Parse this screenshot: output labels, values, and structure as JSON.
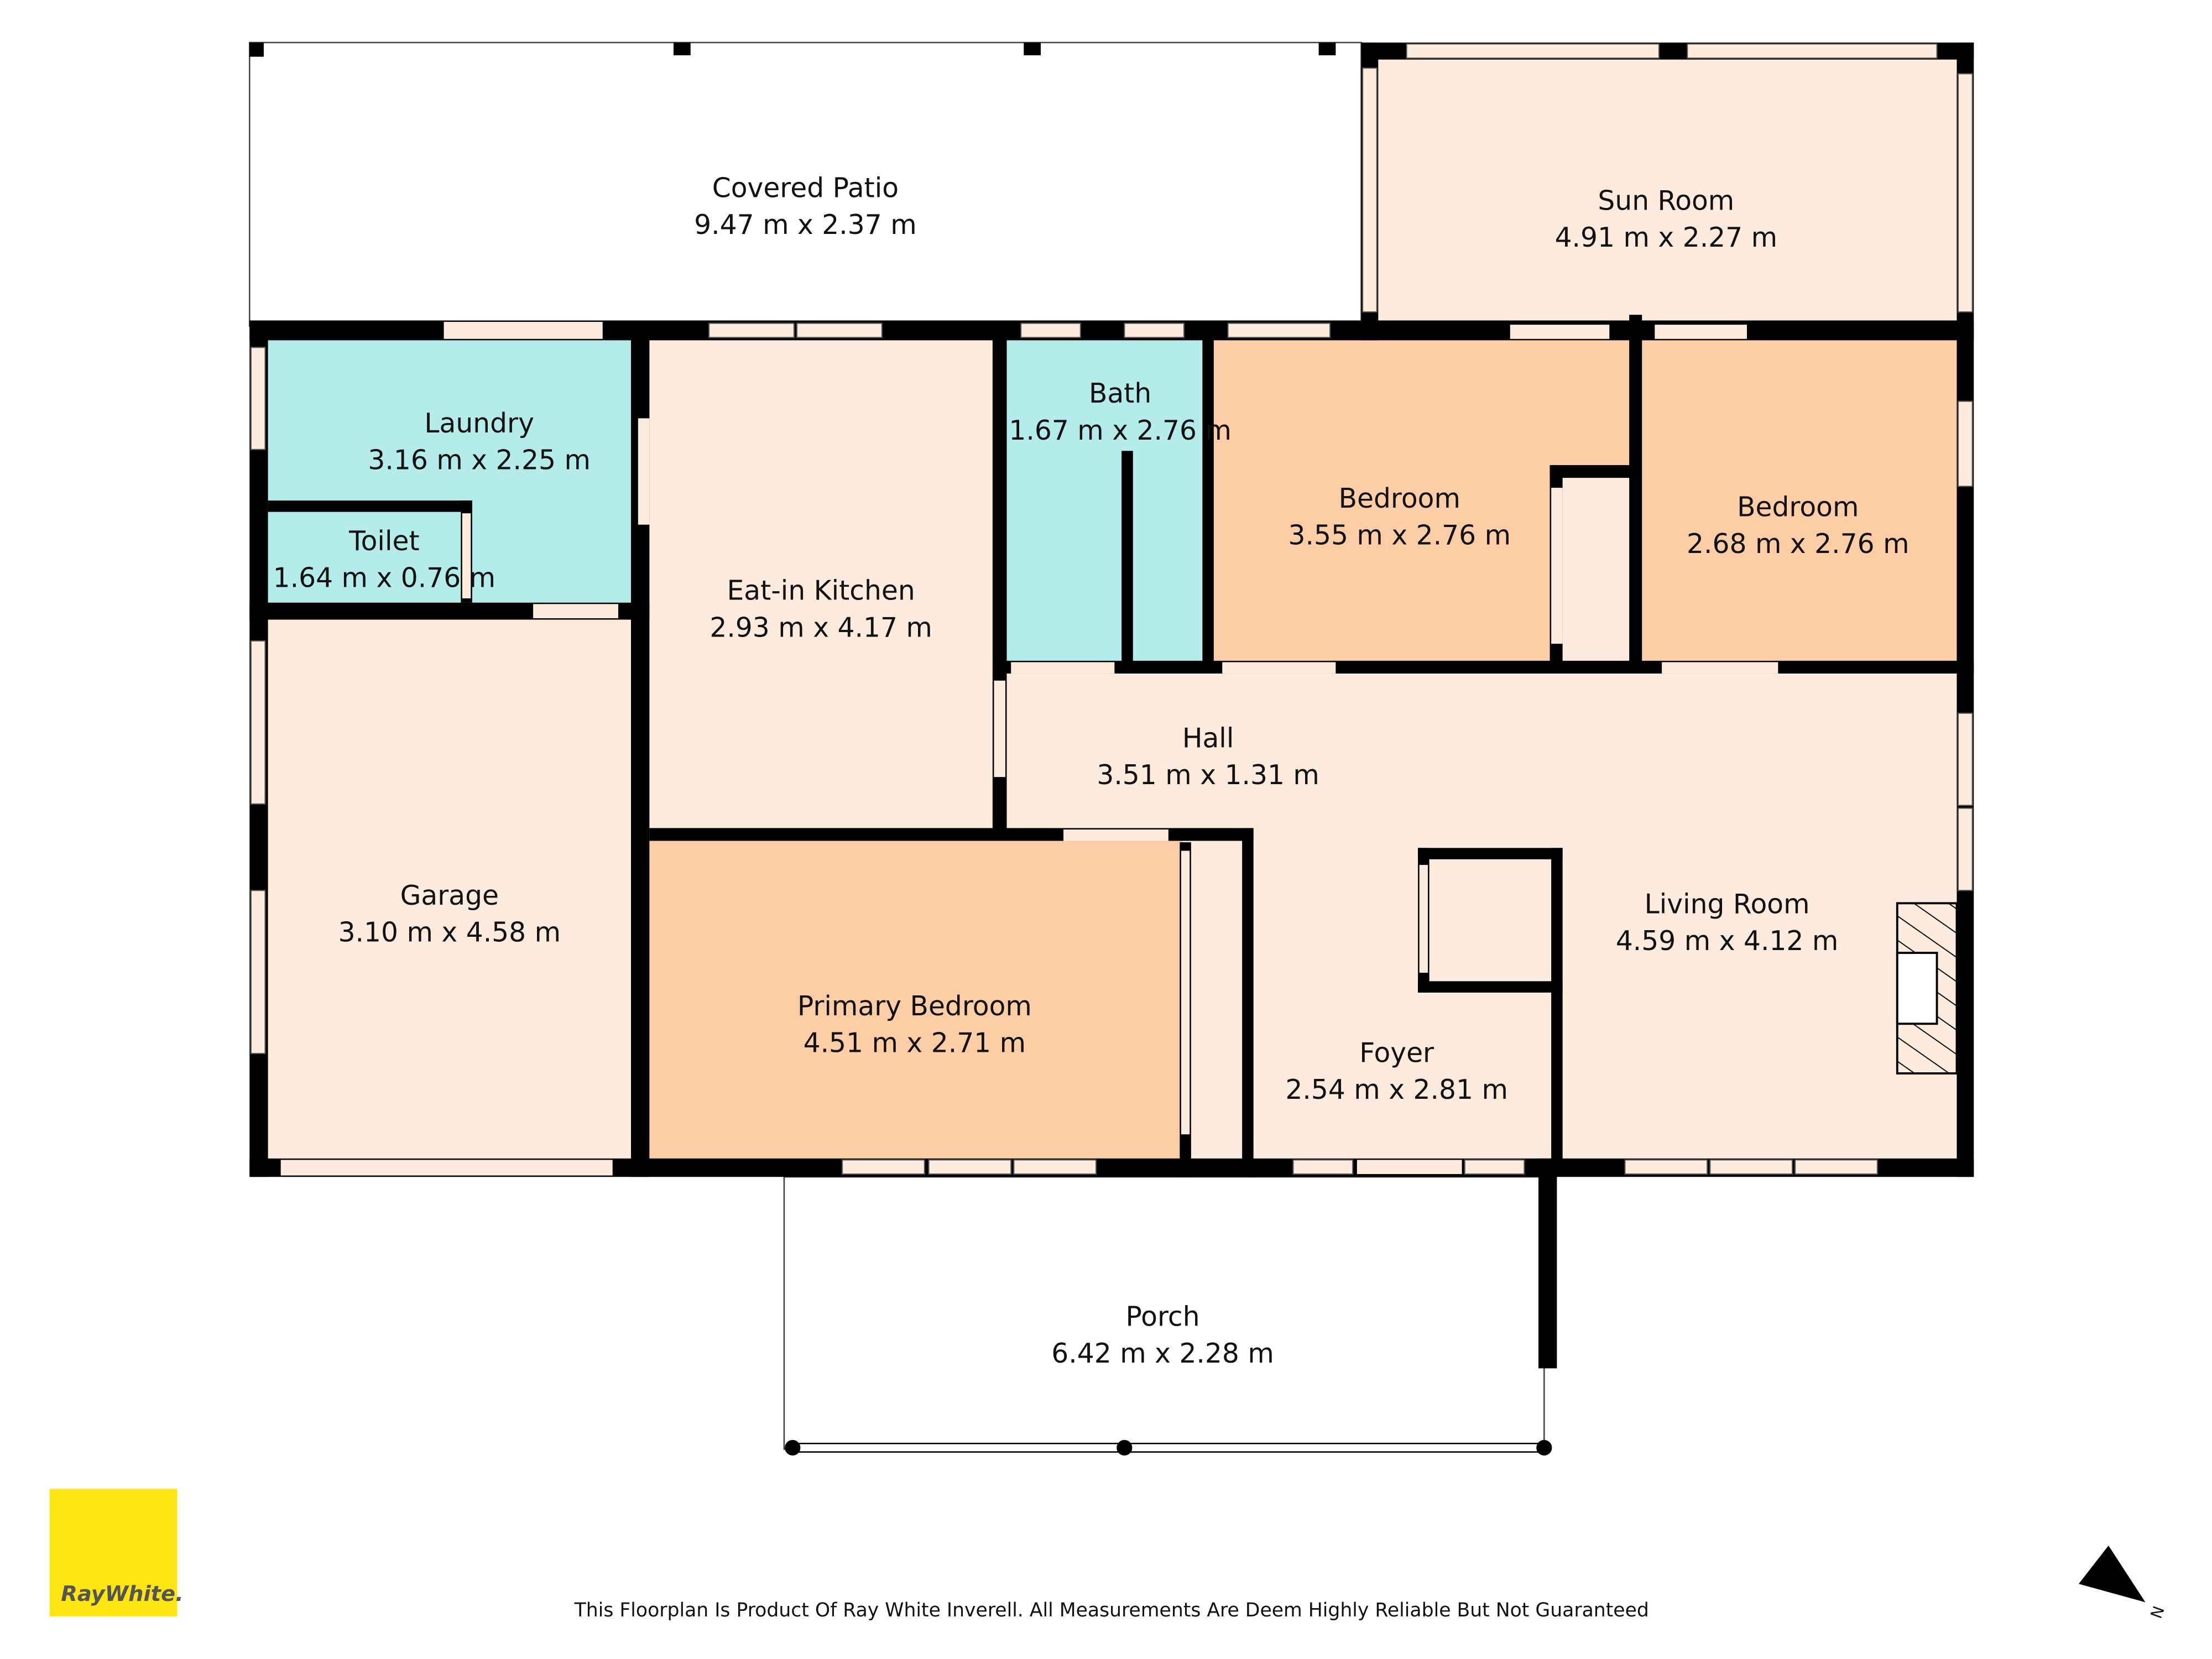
{
  "colors": {
    "wall": "#000000",
    "living_fill": "#fdecdd",
    "bedroom_fill": "#fdcea6",
    "wet_fill": "#b3ecea",
    "window_fill": "#fdecdd",
    "brand_yellow": "#ffe512"
  },
  "rooms": [
    {
      "id": "covered-patio",
      "name": "Covered Patio",
      "size": "9.47 m x 2.37 m"
    },
    {
      "id": "sun-room",
      "name": "Sun Room",
      "size": "4.91 m x 2.27 m"
    },
    {
      "id": "laundry",
      "name": "Laundry",
      "size": "3.16 m x 2.25 m"
    },
    {
      "id": "toilet",
      "name": "Toilet",
      "size": "1.64 m x 0.76 m"
    },
    {
      "id": "eat-in-kitchen",
      "name": "Eat-in Kitchen",
      "size": "2.93 m x 4.17 m"
    },
    {
      "id": "bath",
      "name": "Bath",
      "size": "1.67 m x 2.76 m"
    },
    {
      "id": "bedroom-1",
      "name": "Bedroom",
      "size": "3.55 m x 2.76 m"
    },
    {
      "id": "bedroom-2",
      "name": "Bedroom",
      "size": "2.68 m x 2.76 m"
    },
    {
      "id": "hall",
      "name": "Hall",
      "size": "3.51 m x 1.31 m"
    },
    {
      "id": "garage",
      "name": "Garage",
      "size": "3.10 m x 4.58 m"
    },
    {
      "id": "primary-bedroom",
      "name": "Primary Bedroom",
      "size": "4.51 m x 2.71 m"
    },
    {
      "id": "living-room",
      "name": "Living Room",
      "size": "4.59 m x 4.12 m"
    },
    {
      "id": "foyer",
      "name": "Foyer",
      "size": "2.54 m x 2.81 m"
    },
    {
      "id": "porch",
      "name": "Porch",
      "size": "6.42 m x 2.28 m"
    }
  ],
  "footer": {
    "disclaimer": "This Floorplan Is Product Of Ray White Inverell. All Measurements Are Deem Highly Reliable But Not Guaranteed"
  },
  "logo": {
    "text": "RayWhite."
  },
  "compass": {
    "label": "N",
    "icon": "north-arrow-icon"
  }
}
